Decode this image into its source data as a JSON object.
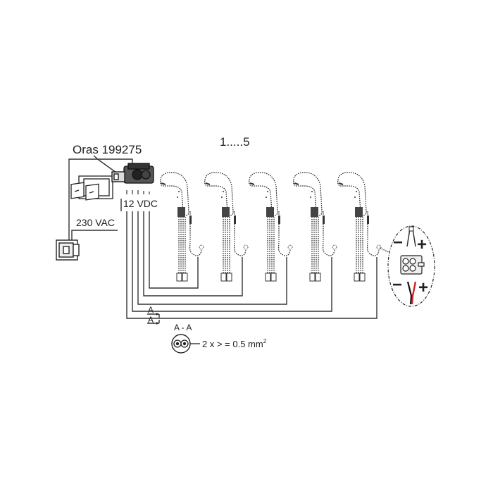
{
  "labels": {
    "controller": "Oras 199275",
    "count_range": "1.....5",
    "dc_voltage": "12 VDC",
    "ac_voltage": "230 VAC",
    "section_marker": "A",
    "section_title": "A - A",
    "cable_spec": "2 x > = 0.5 mm",
    "cable_spec_sup": "2",
    "minus": "−",
    "plus": "+"
  },
  "faucet_count": 5,
  "colors": {
    "line": "#333333",
    "positive_wire": "#d42020"
  }
}
